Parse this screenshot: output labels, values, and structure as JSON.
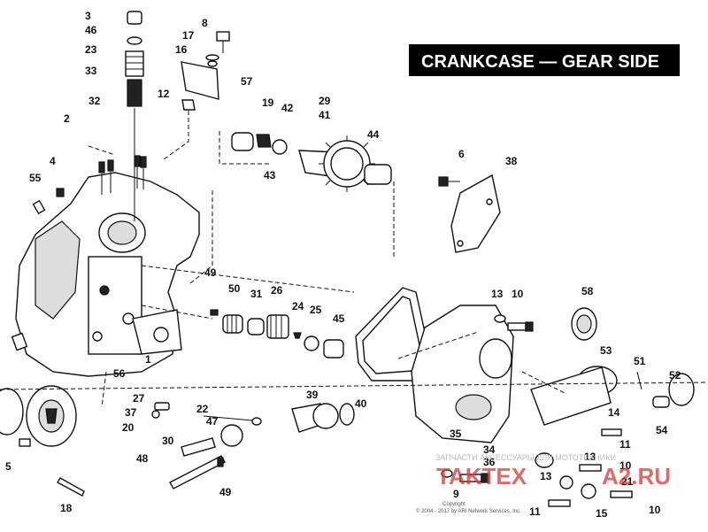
{
  "title": "CRANKCASE — GEAR SIDE",
  "callouts": [
    "3",
    "46",
    "23",
    "33",
    "32",
    "8",
    "17",
    "16",
    "57",
    "12",
    "2",
    "4",
    "55",
    "19",
    "42",
    "43",
    "29",
    "41",
    "44",
    "6",
    "38",
    "49",
    "50",
    "31",
    "26",
    "24",
    "25",
    "45",
    "13",
    "10",
    "58",
    "53",
    "51",
    "52",
    "56",
    "1",
    "27",
    "37",
    "20",
    "22",
    "47",
    "30",
    "48",
    "49",
    "18",
    "5",
    "39",
    "40",
    "35",
    "34",
    "36",
    "14",
    "54",
    "11",
    "13",
    "10",
    "21",
    "13",
    "9",
    "11",
    "15",
    "10"
  ],
  "watermark": {
    "caption": "ЗАПЧАСТИ АКСЕССУАРЫ ДЛЯ МОТОТЕХНИКИ",
    "site_a": "TAKTEX",
    "site_b": "A2.RU"
  },
  "copyright": [
    "Copyright",
    "© 2004 - 2017 by ARI Network Services, Inc."
  ]
}
